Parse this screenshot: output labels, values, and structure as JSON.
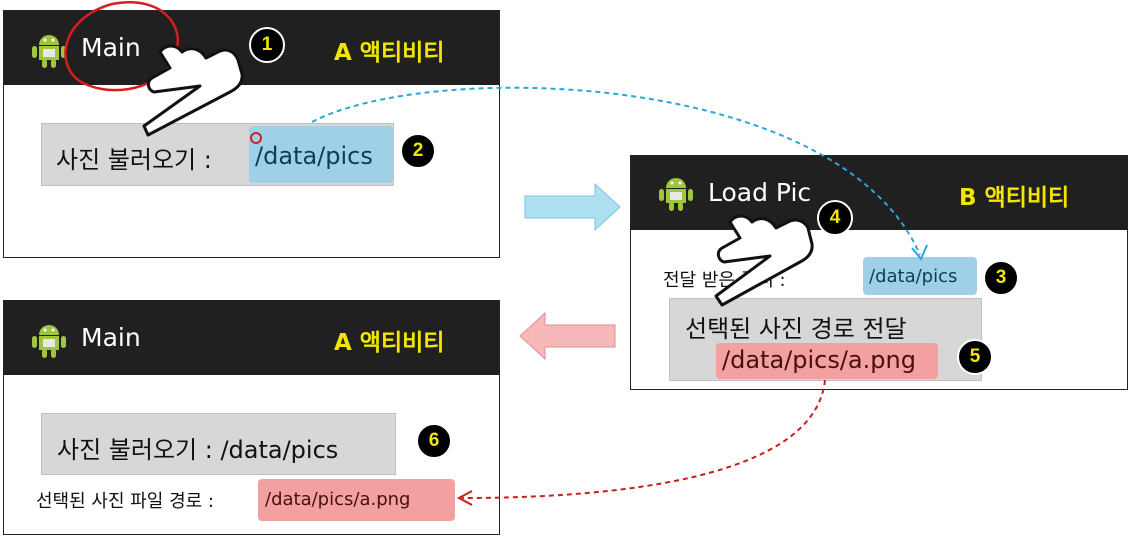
{
  "panel_top": {
    "title": "Main",
    "tag": "A 액티비티",
    "button_label": "사진 불러오기 : ",
    "button_path": "/data/pics"
  },
  "panel_right": {
    "title": "Load Pic",
    "tag": "B 액티비티",
    "received_label": "전달 받은 폴더 :",
    "received_path": "/data/pics",
    "button_label": "선택된 사진 경로 전달",
    "selected_path": "/data/pics/a.png"
  },
  "panel_bottom": {
    "title": "Main",
    "tag": "A 액티비티",
    "button_label": "사진 불러오기 : /data/pics",
    "result_label": "선택된 사진 파일 경로 :",
    "result_path": "/data/pics/a.png"
  },
  "steps": [
    "1",
    "2",
    "3",
    "4",
    "5",
    "6"
  ],
  "colors": {
    "title_bar": "#202020",
    "tag_yellow": "#f2e600",
    "blue_chip": "#9fd0e8",
    "red_chip": "#f2a0a0",
    "blue_arrow": "#aee0f2",
    "red_arrow": "#f6b8b8",
    "blue_dash": "#2aa7d6",
    "red_dash": "#c81e1e"
  },
  "icons": [
    "android-icon",
    "pointing-hand-icon",
    "forward-arrow-icon",
    "back-arrow-icon"
  ]
}
